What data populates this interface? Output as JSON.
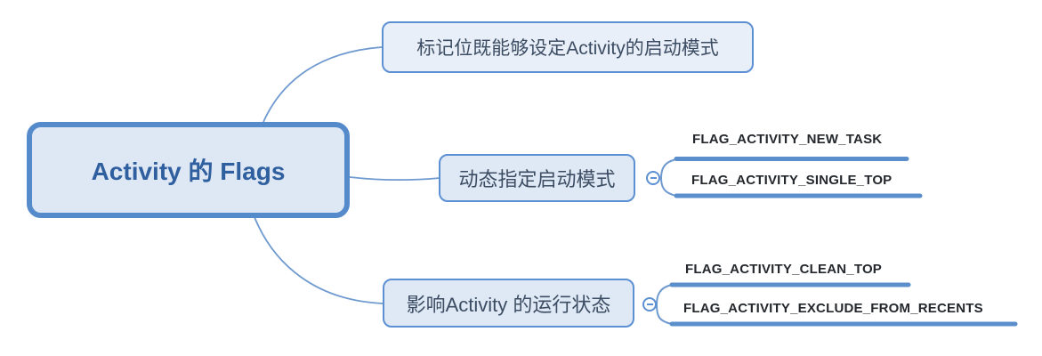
{
  "colors": {
    "accent": "#568bcb",
    "branch-border": "#5c90d2",
    "root-fill": "#dee8f5",
    "branch-fill": "#dfe9f5",
    "root-text": "#2f5f9e",
    "branch-text": "#3c4d63",
    "flag-text": "#24282d"
  },
  "root": {
    "label": "Activity 的 Flags"
  },
  "branches": [
    {
      "label": "标记位既能够设定Activity的启动模式",
      "children": []
    },
    {
      "label": "动态指定启动模式",
      "children": [
        {
          "label": "FLAG_ACTIVITY_NEW_TASK"
        },
        {
          "label": "FLAG_ACTIVITY_SINGLE_TOP"
        }
      ]
    },
    {
      "label": "影响Activity 的运行状态",
      "children": [
        {
          "label": "FLAG_ACTIVITY_CLEAN_TOP"
        },
        {
          "label": "FLAG_ACTIVITY_EXCLUDE_FROM_RECENTS"
        }
      ]
    }
  ],
  "icons": {
    "collapse_toggle": "minus"
  }
}
